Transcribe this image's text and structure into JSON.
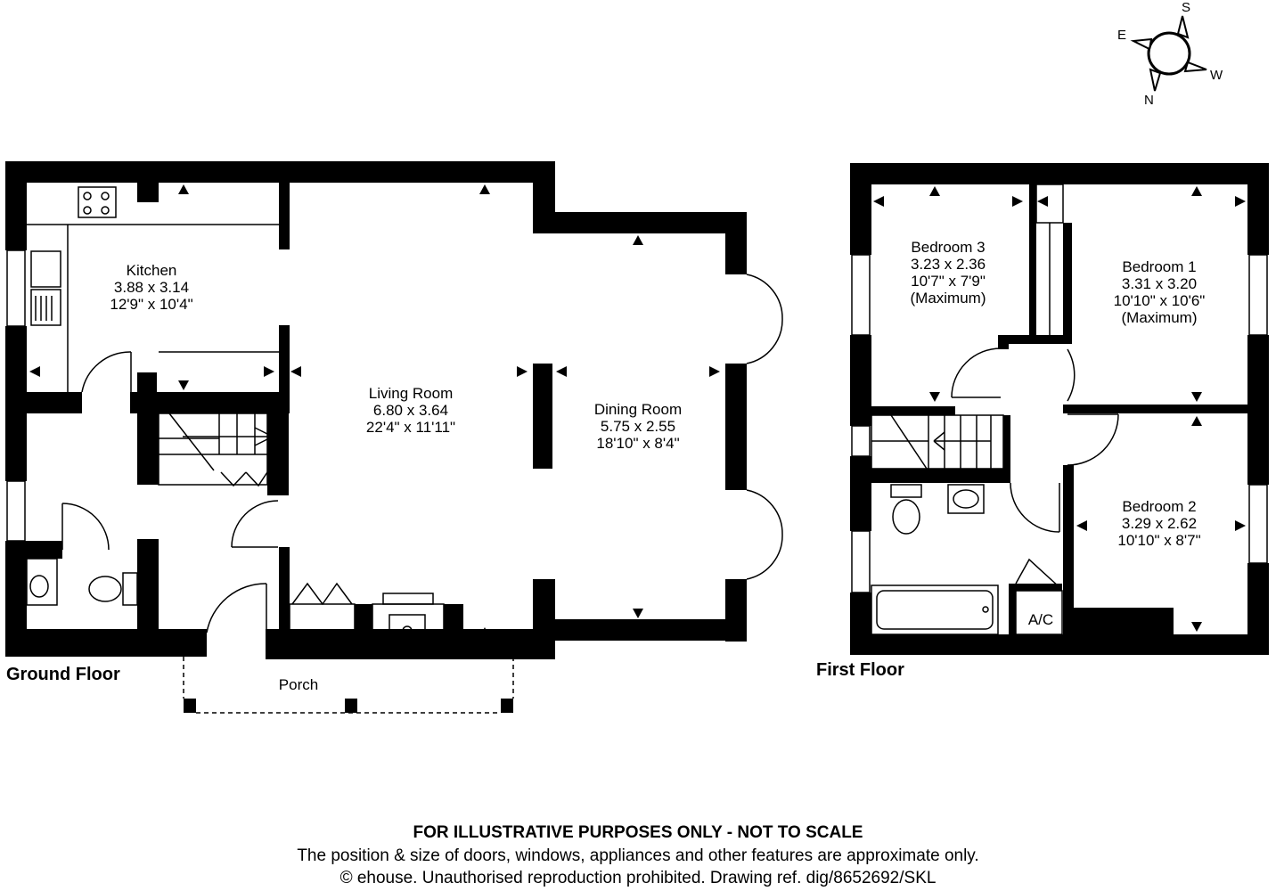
{
  "compass": {
    "s": "S",
    "e": "E",
    "w": "W",
    "n": "N"
  },
  "ground_floor": {
    "title": "Ground Floor",
    "rooms": [
      {
        "name": "Kitchen",
        "metric": "3.88 x 3.14",
        "imperial": "12'9\" x 10'4\""
      },
      {
        "name": "Living Room",
        "metric": "6.80 x 3.64",
        "imperial": "22'4\" x 11'11\""
      },
      {
        "name": "Dining Room",
        "metric": "5.75 x 2.55",
        "imperial": "18'10\" x 8'4\""
      }
    ],
    "porch": "Porch"
  },
  "first_floor": {
    "title": "First Floor",
    "rooms": [
      {
        "name": "Bedroom 3",
        "metric": "3.23 x 2.36",
        "imperial": "10'7\" x 7'9\"",
        "note": "(Maximum)"
      },
      {
        "name": "Bedroom 1",
        "metric": "3.31 x 3.20",
        "imperial": "10'10\" x 10'6\"",
        "note": "(Maximum)"
      },
      {
        "name": "Bedroom 2",
        "metric": "3.29 x 2.62",
        "imperial": "10'10\" x 8'7\""
      }
    ],
    "cupboard": "A/C"
  },
  "footer": {
    "disclaimer": "FOR ILLUSTRATIVE PURPOSES ONLY - NOT TO SCALE",
    "note": "The position & size of doors, windows, appliances and other features are approximate only.",
    "copyright": "© ehouse. Unauthorised reproduction prohibited. Drawing ref. dig/8652692/SKL"
  }
}
